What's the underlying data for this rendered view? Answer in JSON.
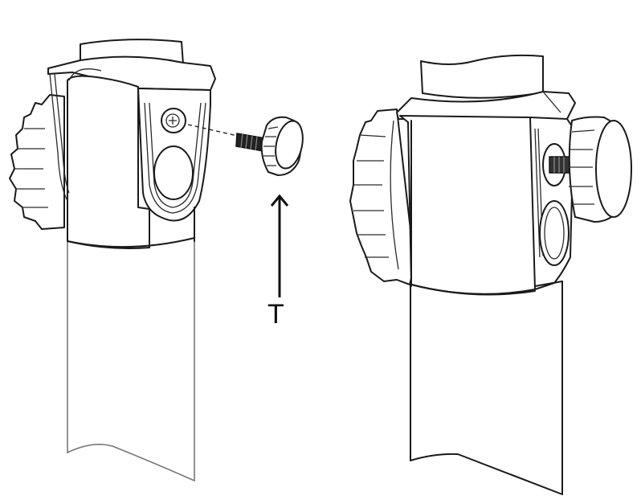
{
  "diagram": {
    "type": "assembly-illustration",
    "figures": [
      {
        "id": "before",
        "description": "Tube clamp with thumb screw separated (exploded view)"
      },
      {
        "id": "after",
        "description": "Tube clamp with thumb screw installed"
      }
    ],
    "parts": {
      "thumb_screw": {
        "label": "T"
      }
    },
    "arrow": {
      "direction": "up",
      "points_to": "thumb_screw"
    },
    "colors": {
      "line": "#1a1a1a",
      "background": "#ffffff"
    }
  }
}
